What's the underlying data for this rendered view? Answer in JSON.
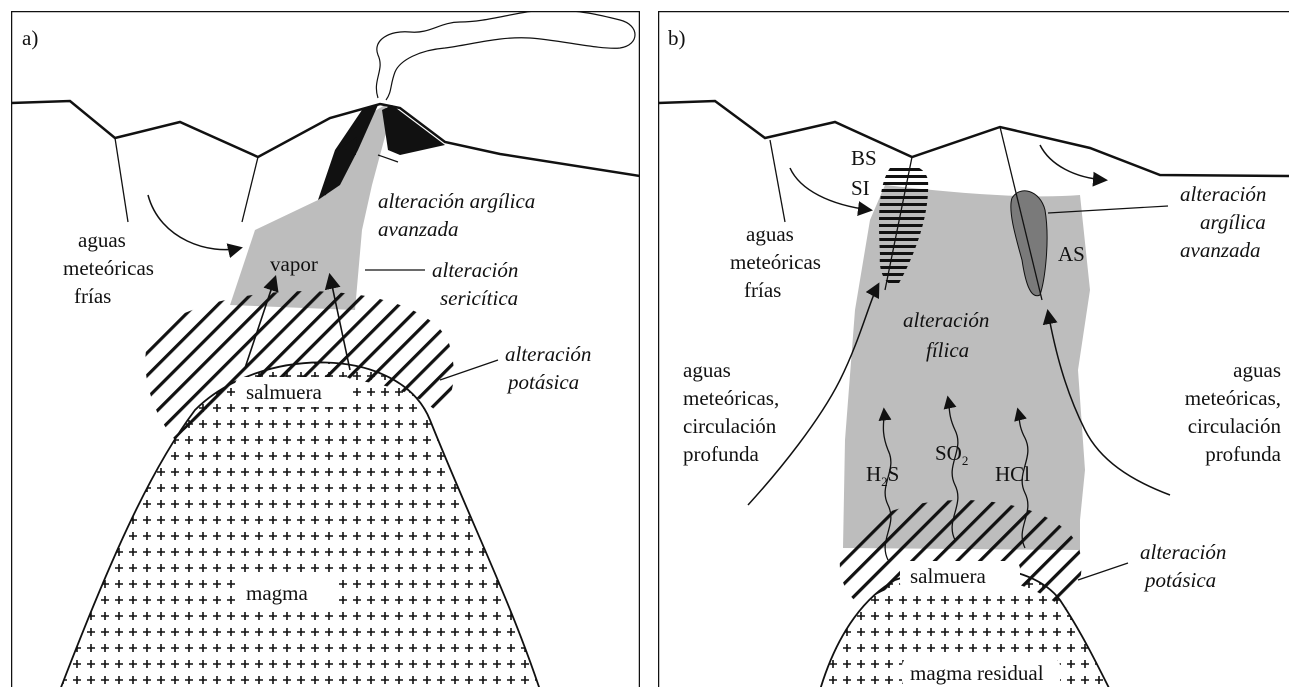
{
  "panel_a": {
    "tag": "a)",
    "labels": {
      "aguas_1": "aguas",
      "aguas_2": "meteóricas",
      "aguas_3": "frías",
      "vapor": "vapor",
      "arg_1": "alteración argílica",
      "arg_2": "avanzada",
      "ser_1": "alteración",
      "ser_2": "sericítica",
      "pot_1": "alteración",
      "pot_2": "potásica",
      "salmuera": "salmuera",
      "magma": "magma"
    }
  },
  "panel_b": {
    "tag": "b)",
    "labels": {
      "bs": "BS",
      "si": "SI",
      "as": "AS",
      "aguas_1": "aguas",
      "aguas_2": "meteóricas",
      "aguas_3": "frías",
      "arg_1": "alteración",
      "arg_2": "argílica",
      "arg_3": "avanzada",
      "fil_1": "alteración",
      "fil_2": "fílica",
      "deep_l_1": "aguas",
      "deep_l_2": "meteóricas,",
      "deep_l_3": "circulación",
      "deep_l_4": "profunda",
      "deep_r_1": "aguas",
      "deep_r_2": "meteóricas,",
      "deep_r_3": "circulación",
      "deep_r_4": "profunda",
      "h2s_a": "H",
      "h2s_sub": "2",
      "h2s_b": "S",
      "so2_a": "SO",
      "so2_sub": "2",
      "hcl": "HCl",
      "pot_1": "alteración",
      "pot_2": "potásica",
      "salmuera": "salmuera",
      "magma": "magma residual"
    }
  },
  "colors": {
    "alteration_gray": "#bdbdbd",
    "argillic_dark": "#7a7a7a",
    "ink": "#111111"
  }
}
